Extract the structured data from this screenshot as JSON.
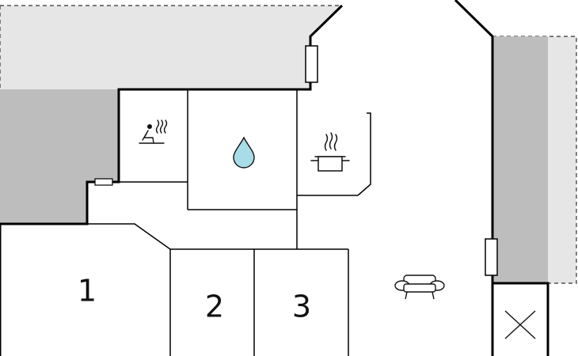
{
  "colors": {
    "terrace_light": "#e6e6e6",
    "terrace_dark": "#bdbdbd",
    "wall": "#000000",
    "background": "#ffffff",
    "water": "#a8dde8"
  },
  "rooms": [
    {
      "label": "1"
    },
    {
      "label": "2"
    },
    {
      "label": "3"
    }
  ],
  "icons": [
    "sauna-icon",
    "water-drop-icon",
    "cooking-pot-icon",
    "sofa-icon",
    "cross-icon"
  ]
}
